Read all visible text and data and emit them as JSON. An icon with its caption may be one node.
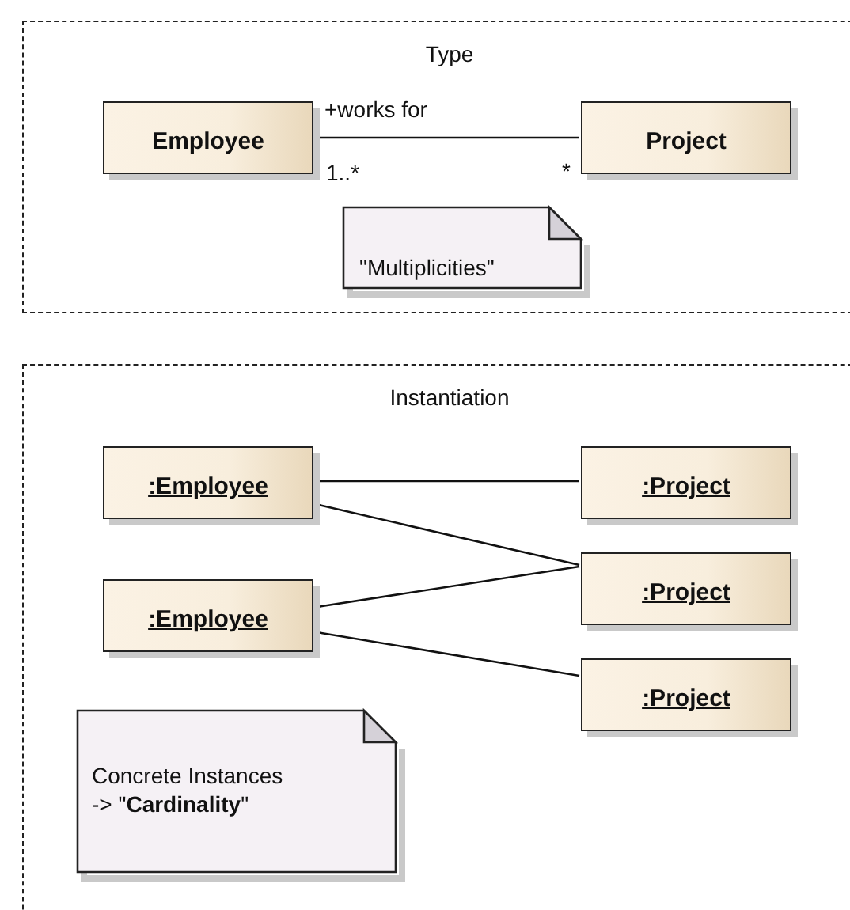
{
  "diagram": {
    "nodes": [
      {
        "text": [
          "Type"
        ]
      },
      {
        "text": [
          "Employee"
        ],
        "in": 0
      },
      {
        "text": [
          "Project"
        ],
        "in": 0
      },
      {
        "text": [
          "\"Multiplicities\""
        ],
        "in": 0
      },
      {
        "text": [
          "Instantiation"
        ]
      },
      {
        "text": [
          ":Employee"
        ],
        "in": 4
      },
      {
        "text": [
          ":Project"
        ],
        "in": 4
      },
      {
        "text": [
          ":Project"
        ],
        "in": 4
      },
      {
        "text": [
          ":Employee"
        ],
        "in": 4
      },
      {
        "text": [
          ":Project"
        ],
        "in": 4
      },
      {
        "text": [
          "Concrete Instances -> \"**Cardinality**\""
        ],
        "in": 4
      }
    ],
    "edges": [
      {
        "from": 1,
        "to": 2,
        "arrow": "none",
        "label": "+works for"
      },
      {
        "from": 5,
        "to": 6,
        "arrow": "none"
      },
      {
        "from": 5,
        "to": 7,
        "arrow": "none"
      },
      {
        "from": 8,
        "to": 7,
        "arrow": "none"
      },
      {
        "from": 8,
        "to": 9,
        "arrow": "none"
      }
    ],
    "labels": [
      "1..*",
      "*"
    ]
  }
}
